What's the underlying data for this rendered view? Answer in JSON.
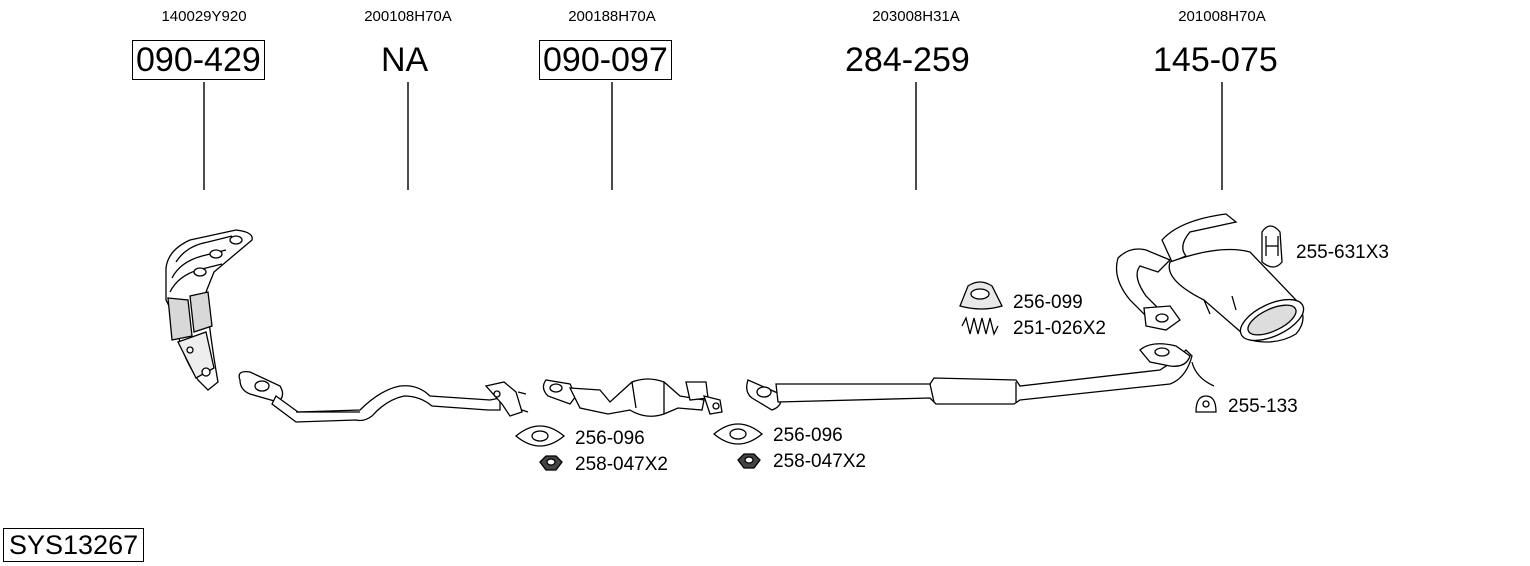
{
  "parts": [
    {
      "oem": "140029Y920",
      "number": "090-429",
      "boxed": true
    },
    {
      "oem": "200108H70A",
      "number": "NA",
      "boxed": false
    },
    {
      "oem": "200188H70A",
      "number": "090-097",
      "boxed": true
    },
    {
      "oem": "203008H31A",
      "number": "284-259",
      "boxed": false
    },
    {
      "oem": "201008H70A",
      "number": "145-075",
      "boxed": false
    }
  ],
  "accessories": [
    {
      "label": "256-099",
      "icon": "gasket-ring-icon"
    },
    {
      "label": "251-026X2",
      "icon": "spring-icon"
    },
    {
      "label": "255-631X3",
      "icon": "rubber-hanger-icon"
    },
    {
      "label": "255-133",
      "icon": "rubber-mount-icon"
    },
    {
      "label": "256-096",
      "icon": "flange-gasket-icon"
    },
    {
      "label": "258-047X2",
      "icon": "nut-icon"
    },
    {
      "label": "256-096",
      "icon": "flange-gasket-icon"
    },
    {
      "label": "258-047X2",
      "icon": "nut-icon"
    }
  ],
  "system_id": "SYS13267"
}
